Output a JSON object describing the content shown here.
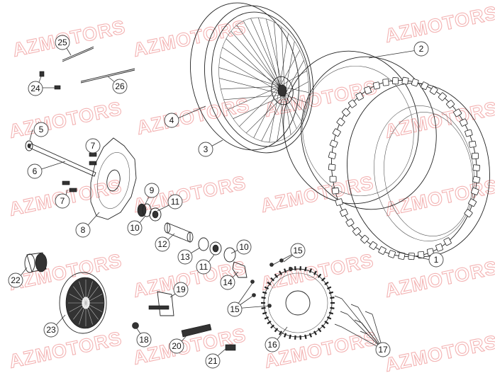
{
  "watermark_text": "AZMOTORS",
  "callouts": [
    {
      "key": "c1",
      "label": "1"
    },
    {
      "key": "c2",
      "label": "2"
    },
    {
      "key": "c3",
      "label": "3"
    },
    {
      "key": "c4",
      "label": "4"
    },
    {
      "key": "c5",
      "label": "5"
    },
    {
      "key": "c6",
      "label": "6"
    },
    {
      "key": "c7a",
      "label": "7"
    },
    {
      "key": "c7b",
      "label": "7"
    },
    {
      "key": "c8",
      "label": "8"
    },
    {
      "key": "c9",
      "label": "9"
    },
    {
      "key": "c10a",
      "label": "10"
    },
    {
      "key": "c10b",
      "label": "10"
    },
    {
      "key": "c11a",
      "label": "11"
    },
    {
      "key": "c11b",
      "label": "11"
    },
    {
      "key": "c12",
      "label": "12"
    },
    {
      "key": "c13",
      "label": "13"
    },
    {
      "key": "c14",
      "label": "14"
    },
    {
      "key": "c15a",
      "label": "15"
    },
    {
      "key": "c15b",
      "label": "15"
    },
    {
      "key": "c16",
      "label": "16"
    },
    {
      "key": "c17",
      "label": "17"
    },
    {
      "key": "c18",
      "label": "18"
    },
    {
      "key": "c19",
      "label": "19"
    },
    {
      "key": "c20",
      "label": "20"
    },
    {
      "key": "c21",
      "label": "21"
    },
    {
      "key": "c22",
      "label": "22"
    },
    {
      "key": "c23",
      "label": "23"
    },
    {
      "key": "c24",
      "label": "24"
    },
    {
      "key": "c25",
      "label": "25"
    },
    {
      "key": "c26",
      "label": "26"
    }
  ]
}
